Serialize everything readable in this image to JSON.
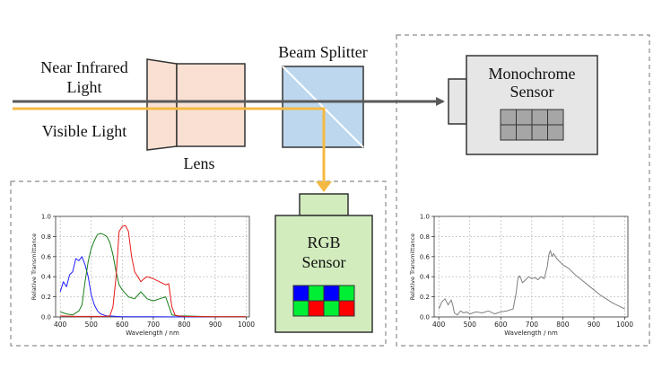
{
  "labels": {
    "nir_line1": "Near Infrared",
    "nir_line2": "Light",
    "visible": "Visible Light",
    "lens": "Lens",
    "beam_splitter": "Beam Splitter",
    "mono_line1": "Monochrome",
    "mono_line2": "Sensor",
    "rgb_line1": "RGB",
    "rgb_line2": "Sensor"
  },
  "colors": {
    "nir_beam": "#595959",
    "visible_beam": "#f4b942",
    "lens_fill": "#f9e0d3",
    "splitter_fill": "#bdd7ee",
    "mono_fill": "#e6e6e6",
    "rgb_fill": "#d2ecbd",
    "dashed_border": "#8c8c8c"
  },
  "icons": {
    "rgb_pixels": [
      [
        "blue",
        "green",
        "blue",
        "green"
      ],
      [
        "green",
        "red",
        "green",
        "red"
      ]
    ],
    "mono_pixels": [
      [
        "gray",
        "gray",
        "gray",
        "gray"
      ],
      [
        "gray",
        "gray",
        "gray",
        "gray"
      ]
    ]
  },
  "chart_data": [
    {
      "type": "line",
      "title": "",
      "xlabel": "Wavelength / nm",
      "ylabel": "Relative Transmittance",
      "xlim": [
        385,
        1010
      ],
      "ylim": [
        0,
        1.0
      ],
      "xticks": [
        400,
        500,
        600,
        700,
        800,
        900,
        1000
      ],
      "yticks": [
        0.0,
        0.2,
        0.4,
        0.6,
        0.8,
        1.0
      ],
      "grid": true,
      "series": [
        {
          "color": "#1f1fff",
          "x": [
            400,
            410,
            420,
            430,
            440,
            450,
            460,
            470,
            480,
            490,
            500,
            510,
            520,
            530,
            540,
            550,
            560,
            580,
            600,
            650,
            700,
            750,
            800,
            900,
            1000
          ],
          "y": [
            0.25,
            0.35,
            0.3,
            0.42,
            0.45,
            0.58,
            0.56,
            0.6,
            0.52,
            0.4,
            0.22,
            0.12,
            0.06,
            0.03,
            0.02,
            0.01,
            0.01,
            0.005,
            0.003,
            0.002,
            0.002,
            0.001,
            0.001,
            0.001,
            0.001
          ]
        },
        {
          "color": "#1a7f1a",
          "x": [
            400,
            420,
            440,
            460,
            470,
            480,
            490,
            500,
            510,
            520,
            530,
            540,
            550,
            560,
            570,
            580,
            590,
            600,
            620,
            640,
            660,
            680,
            700,
            720,
            740,
            760,
            780,
            800,
            850,
            900,
            1000
          ],
          "y": [
            0.05,
            0.03,
            0.02,
            0.06,
            0.12,
            0.35,
            0.55,
            0.68,
            0.76,
            0.82,
            0.83,
            0.82,
            0.8,
            0.74,
            0.62,
            0.45,
            0.32,
            0.27,
            0.2,
            0.18,
            0.25,
            0.18,
            0.16,
            0.18,
            0.2,
            0.02,
            0.01,
            0.01,
            0.005,
            0.003,
            0.002
          ]
        },
        {
          "color": "#e81c1c",
          "x": [
            400,
            450,
            500,
            540,
            560,
            570,
            580,
            590,
            600,
            610,
            620,
            630,
            640,
            650,
            660,
            670,
            680,
            700,
            720,
            740,
            750,
            760,
            770,
            780,
            800,
            850,
            900,
            1000
          ],
          "y": [
            0.01,
            0.005,
            0.005,
            0.005,
            0.01,
            0.1,
            0.4,
            0.85,
            0.9,
            0.91,
            0.85,
            0.6,
            0.45,
            0.4,
            0.35,
            0.38,
            0.4,
            0.38,
            0.35,
            0.32,
            0.33,
            0.1,
            0.02,
            0.01,
            0.005,
            0.004,
            0.003,
            0.002
          ]
        }
      ]
    },
    {
      "type": "line",
      "title": "",
      "xlabel": "Wavelength / nm",
      "ylabel": "Relative Transmittance",
      "xlim": [
        385,
        1010
      ],
      "ylim": [
        0,
        1.0
      ],
      "xticks": [
        400,
        500,
        600,
        700,
        800,
        900,
        1000
      ],
      "yticks": [
        0.0,
        0.2,
        0.4,
        0.6,
        0.8,
        1.0
      ],
      "grid": true,
      "series": [
        {
          "color": "#7f7f7f",
          "x": [
            400,
            410,
            420,
            430,
            440,
            445,
            450,
            460,
            470,
            480,
            490,
            500,
            520,
            540,
            560,
            580,
            600,
            620,
            640,
            650,
            655,
            660,
            665,
            670,
            680,
            690,
            700,
            710,
            720,
            730,
            740,
            750,
            755,
            760,
            765,
            770,
            780,
            790,
            800,
            820,
            840,
            860,
            880,
            900,
            920,
            940,
            960,
            980,
            1000
          ],
          "y": [
            0.08,
            0.15,
            0.18,
            0.12,
            0.17,
            0.12,
            0.04,
            0.02,
            0.06,
            0.04,
            0.05,
            0.03,
            0.05,
            0.04,
            0.06,
            0.03,
            0.05,
            0.06,
            0.08,
            0.25,
            0.38,
            0.41,
            0.38,
            0.34,
            0.37,
            0.4,
            0.38,
            0.39,
            0.37,
            0.4,
            0.38,
            0.5,
            0.62,
            0.66,
            0.6,
            0.63,
            0.58,
            0.55,
            0.52,
            0.48,
            0.42,
            0.37,
            0.32,
            0.27,
            0.22,
            0.18,
            0.14,
            0.11,
            0.08
          ]
        }
      ]
    }
  ]
}
